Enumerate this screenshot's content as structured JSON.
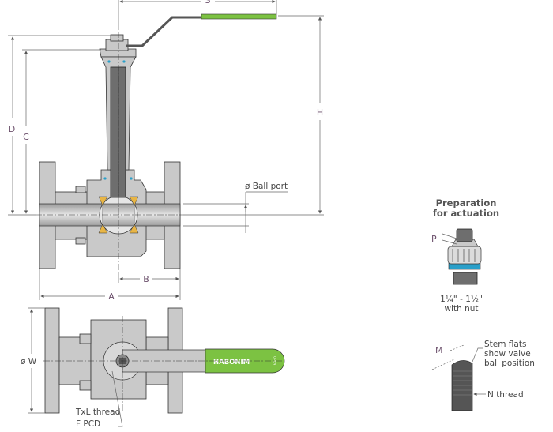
{
  "front_view": {
    "dimensions": {
      "S": "S",
      "D": "D",
      "C": "C",
      "H": "H",
      "A": "A",
      "B": "B"
    },
    "ball_port_label": "ø Ball port"
  },
  "top_view": {
    "width_label": "ø W",
    "thread_label": "TxL thread",
    "pcd_label": "F PCD",
    "handle_brand": "HABONIM",
    "handle_open_mark": "OPEN"
  },
  "actuation": {
    "title_line1": "Preparation",
    "title_line2": "for actuation",
    "dim_p": "P",
    "size_range": "1¼\" - 1½\"",
    "with_nut": "with nut"
  },
  "stem": {
    "dim_m": "M",
    "flats_line1": "Stem flats",
    "flats_line2": "show valve",
    "flats_line3": "ball position",
    "n_thread": "N thread"
  },
  "colors": {
    "handle": "#7cc242",
    "seat": "#e8b545",
    "seal": "#2a9fc9"
  }
}
